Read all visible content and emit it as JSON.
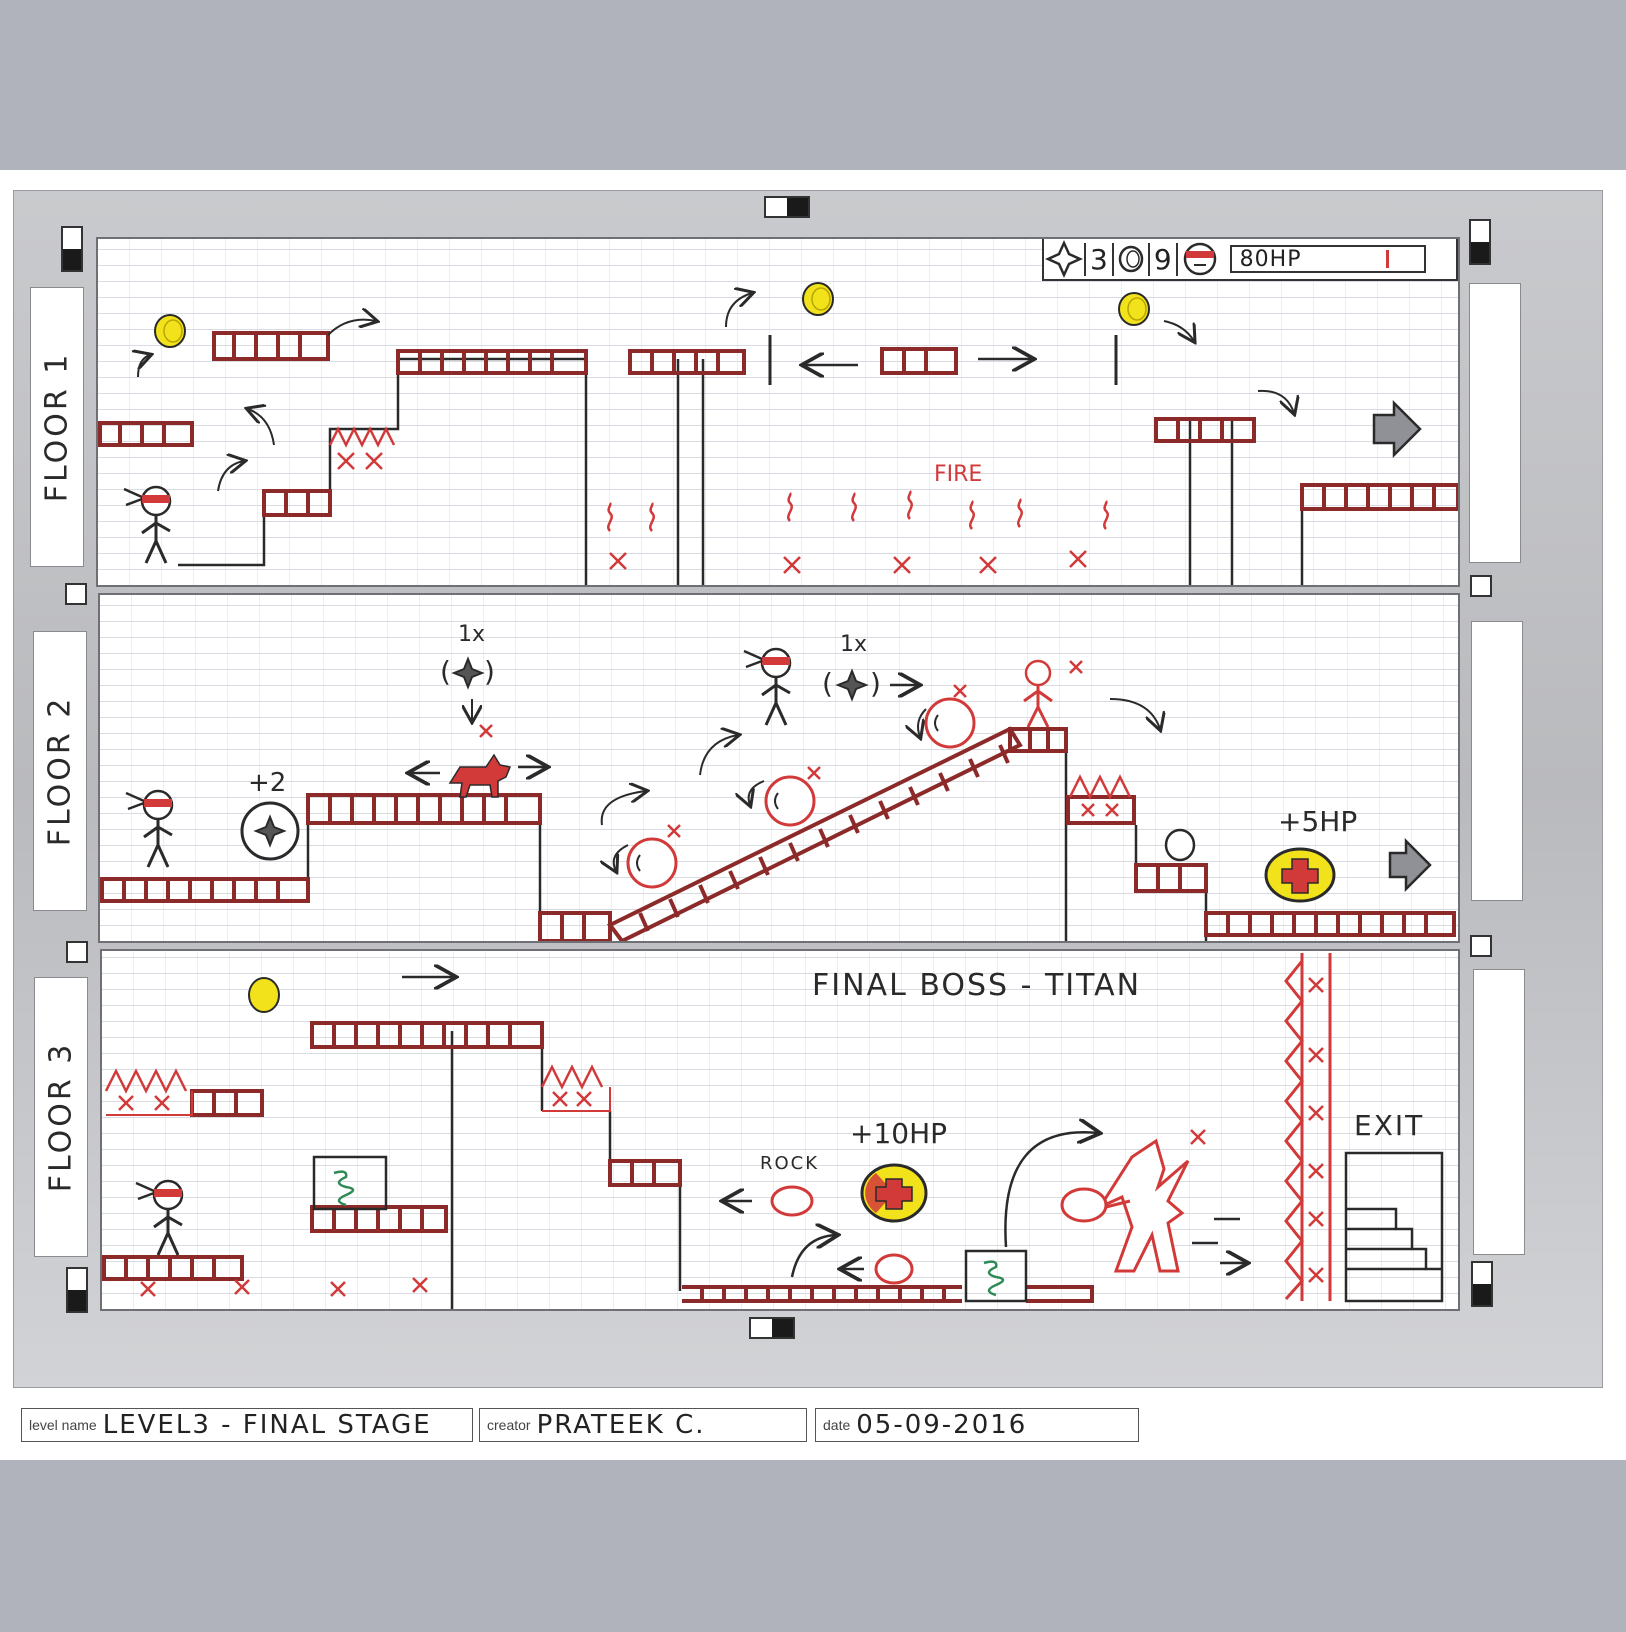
{
  "hud": {
    "shuriken_count": "3",
    "coin_count": "9",
    "hp_text": "80HP",
    "hp_level": 0.8
  },
  "floors": [
    {
      "label": "FLOOR 1"
    },
    {
      "label": "FLOOR 2"
    },
    {
      "label": "FLOOR 3"
    }
  ],
  "floor1": {
    "fire_label": "FIRE"
  },
  "floor2": {
    "bonus_label": "+2",
    "pickup1_label": "1x",
    "pickup2_label": "1x",
    "hp_bonus_label": "+5HP"
  },
  "floor3": {
    "boss_label": "FINAL BOSS - TITAN",
    "rock_label": "ROCK",
    "hp_bonus_label": "+10HP",
    "exit_label": "EXIT"
  },
  "footer": {
    "level_name_label": "level name",
    "level_name": "LEVEL3 - FINAL STAGE",
    "creator_label": "creator",
    "creator": "PRATEEK C.",
    "date_label": "date",
    "date": "05-09-2016"
  },
  "colors": {
    "brick": "#8c2a2a",
    "hazard": "#d23a3a",
    "coin": "#f2e21b",
    "ink": "#2a2a2a",
    "spring": "#2e8b57"
  }
}
